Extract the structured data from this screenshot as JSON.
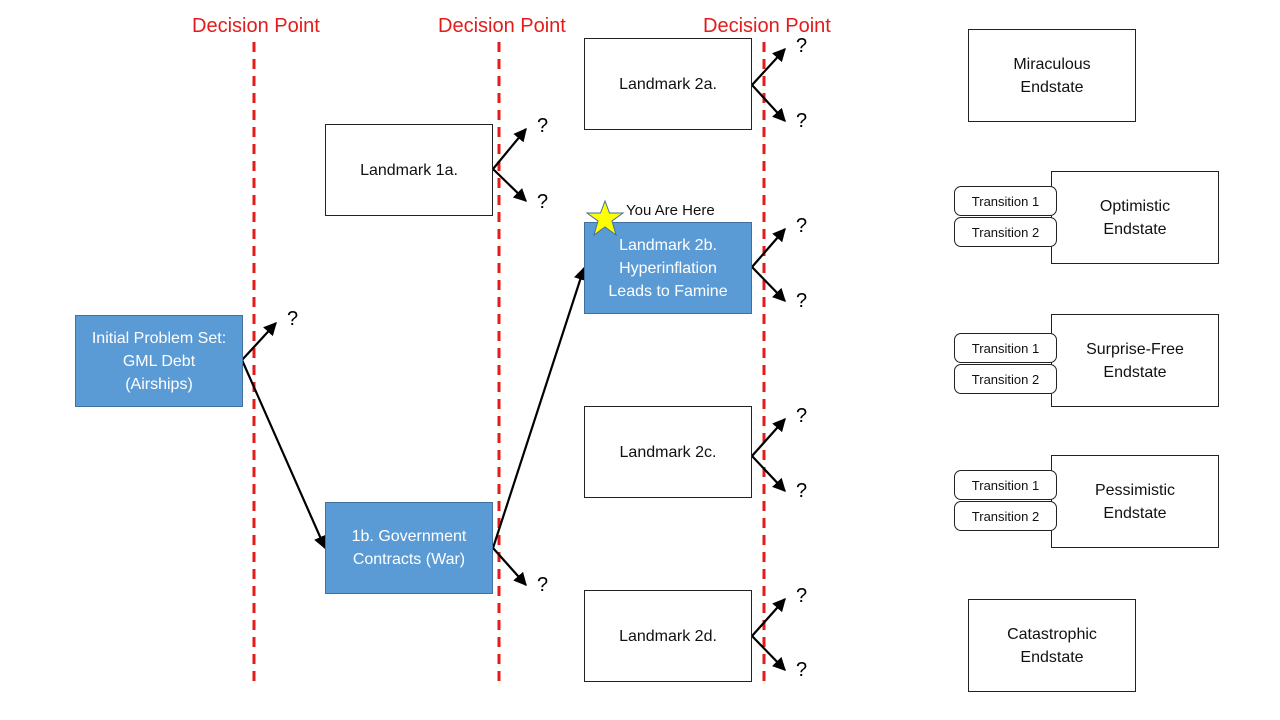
{
  "decision_point_label": "Decision Point",
  "question_mark": "?",
  "you_are_here": "You Are Here",
  "colors": {
    "decision_line": "#e31b1b",
    "highlight_box": "#5b9bd5",
    "star": "#ffff00"
  },
  "nodes": {
    "initial": "Initial Problem Set:\nGML Debt\n(Airships)",
    "landmark_1a": "Landmark 1a.",
    "landmark_1b": "1b. Government\nContracts (War)",
    "landmark_2a": "Landmark 2a.",
    "landmark_2b": "Landmark 2b.\nHyperinflation\nLeads to Famine",
    "landmark_2c": "Landmark 2c.",
    "landmark_2d": "Landmark 2d."
  },
  "endstates": {
    "miraculous": "Miraculous\nEndstate",
    "optimistic": "Optimistic\nEndstate",
    "surprise_free": "Surprise-Free\nEndstate",
    "pessimistic": "Pessimistic\nEndstate",
    "catastrophic": "Catastrophic\nEndstate"
  },
  "transitions": {
    "t1": "Transition 1",
    "t2": "Transition 2"
  }
}
